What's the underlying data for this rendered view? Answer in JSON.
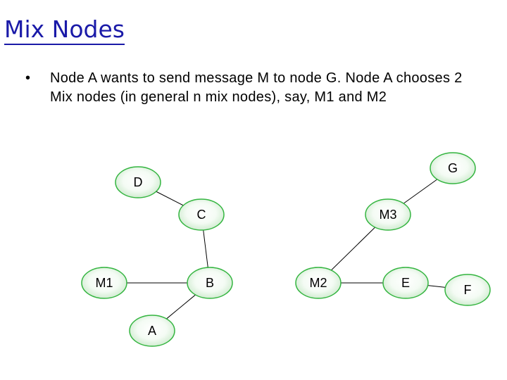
{
  "slide": {
    "title": "Mix Nodes",
    "bullet": "Node A wants to send message M to node G. Node A chooses 2 Mix nodes (in general n mix nodes), say, M1 and M2"
  },
  "graph": {
    "node_color": "#34b540",
    "edge_color": "#000000",
    "nodes": [
      {
        "id": "D",
        "label": "D"
      },
      {
        "id": "G",
        "label": "G"
      },
      {
        "id": "C",
        "label": "C"
      },
      {
        "id": "M3",
        "label": "M3"
      },
      {
        "id": "M1",
        "label": "M1"
      },
      {
        "id": "B",
        "label": "B"
      },
      {
        "id": "M2",
        "label": "M2"
      },
      {
        "id": "E",
        "label": "E"
      },
      {
        "id": "F",
        "label": "F"
      },
      {
        "id": "A",
        "label": "A"
      }
    ],
    "edges": [
      {
        "from": "D",
        "to": "C"
      },
      {
        "from": "C",
        "to": "B"
      },
      {
        "from": "M1",
        "to": "B"
      },
      {
        "from": "B",
        "to": "A"
      },
      {
        "from": "M2",
        "to": "M3"
      },
      {
        "from": "M3",
        "to": "G"
      },
      {
        "from": "M2",
        "to": "E"
      },
      {
        "from": "E",
        "to": "F"
      }
    ]
  }
}
